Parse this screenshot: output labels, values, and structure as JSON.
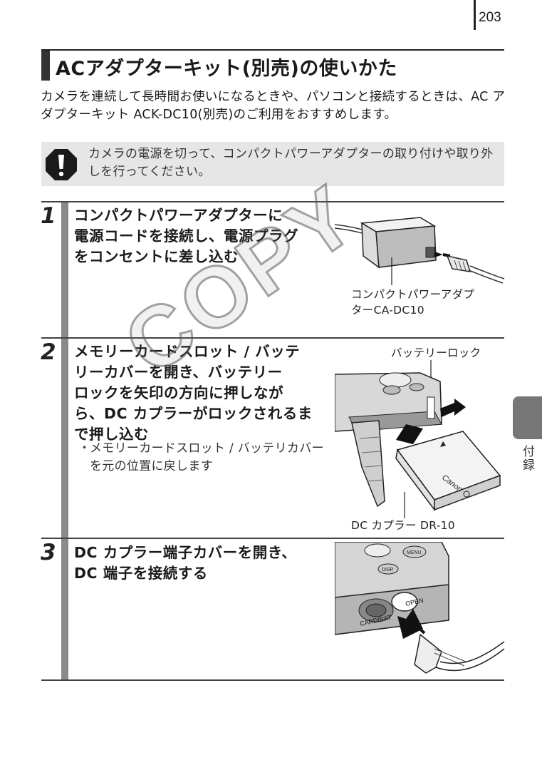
{
  "page_number": "203",
  "title": "ACアダプターキット(別売)の使いかた",
  "intro": "カメラを連続して長時間お使いになるときや、パソコンと接続するときは、AC アダプターキット ACK-DC10(別売)のご利用をおすすめします。",
  "caution": "カメラの電源を切って、コンパクトパワーアダプターの取り付けや取り外しを行ってください。",
  "steps": [
    {
      "number": "1",
      "title_lines": [
        "コンパクトパワーアダプターに",
        "電源コードを接続し、電源プラグ",
        "をコンセントに差し込む"
      ],
      "label_lines": [
        "コンパクトパワーアダプ",
        "ターCA-DC10"
      ]
    },
    {
      "number": "2",
      "title_lines": [
        "メモリーカードスロット / バッテ",
        "リーカバーを開き、バッテリー",
        "ロックを矢印の方向に押しなが",
        "ら、DC カプラーがロックされるま",
        "で押し込む"
      ],
      "note_bullet": "・",
      "note": "メモリーカードスロット / バッテリカバーを元の位置に戻します",
      "label_top": "バッテリーロック",
      "label_bottom": "DC カプラー DR-10",
      "battery_brand": "Canon"
    },
    {
      "number": "3",
      "title_lines": [
        "DC カプラー端子カバーを開き、",
        "DC 端子を接続する"
      ],
      "port_label": "CARD/BAT",
      "open_label": "OPEN",
      "button_label_1": "DISP",
      "button_label_2": "MENU"
    }
  ],
  "side_tab": "付録",
  "watermark": "COPY"
}
